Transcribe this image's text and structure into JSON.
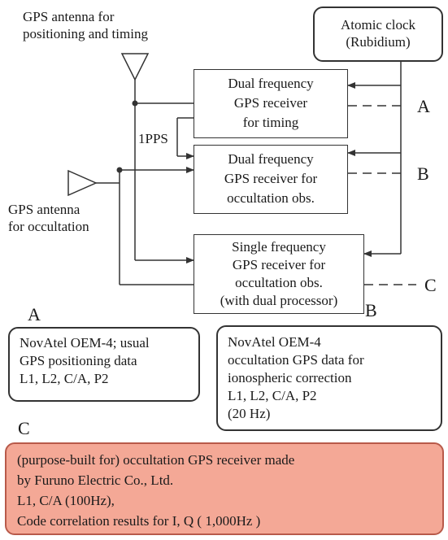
{
  "antenna_top_label": "GPS antenna for\npositioning and timing",
  "clock_label": "Atomic clock\n(Rubidium)",
  "receivers": [
    {
      "id": "A",
      "label": "Dual frequency\nGPS receiver\nfor timing"
    },
    {
      "id": "B",
      "label": "Dual frequency\nGPS receiver for\noccultation obs."
    },
    {
      "id": "C",
      "label": "Single frequency\nGPS receiver for\noccultation obs.\n(with dual processor)"
    }
  ],
  "pps_label": "1PPS",
  "antenna_left_label": "GPS antenna\nfor occultation",
  "notes": {
    "A": {
      "letter": "A",
      "text": "NovAtel OEM-4; usual\nGPS positioning data\nL1, L2, C/A, P2"
    },
    "B": {
      "letter": "B",
      "text": "NovAtel OEM-4\noccultation GPS data for\nionospheric correction\nL1, L2, C/A, P2\n(20 Hz)"
    },
    "C": {
      "letter": "C",
      "text": "(purpose-built for) occultation GPS receiver made\nby Furuno Electric Co., Ltd.\nL1, C/A (100Hz),\nCode correlation results for I, Q ( 1,000Hz )"
    }
  },
  "colors": {
    "note_c_fill": "#f4a896",
    "note_c_border": "#b85a4a",
    "line": "#333333"
  }
}
